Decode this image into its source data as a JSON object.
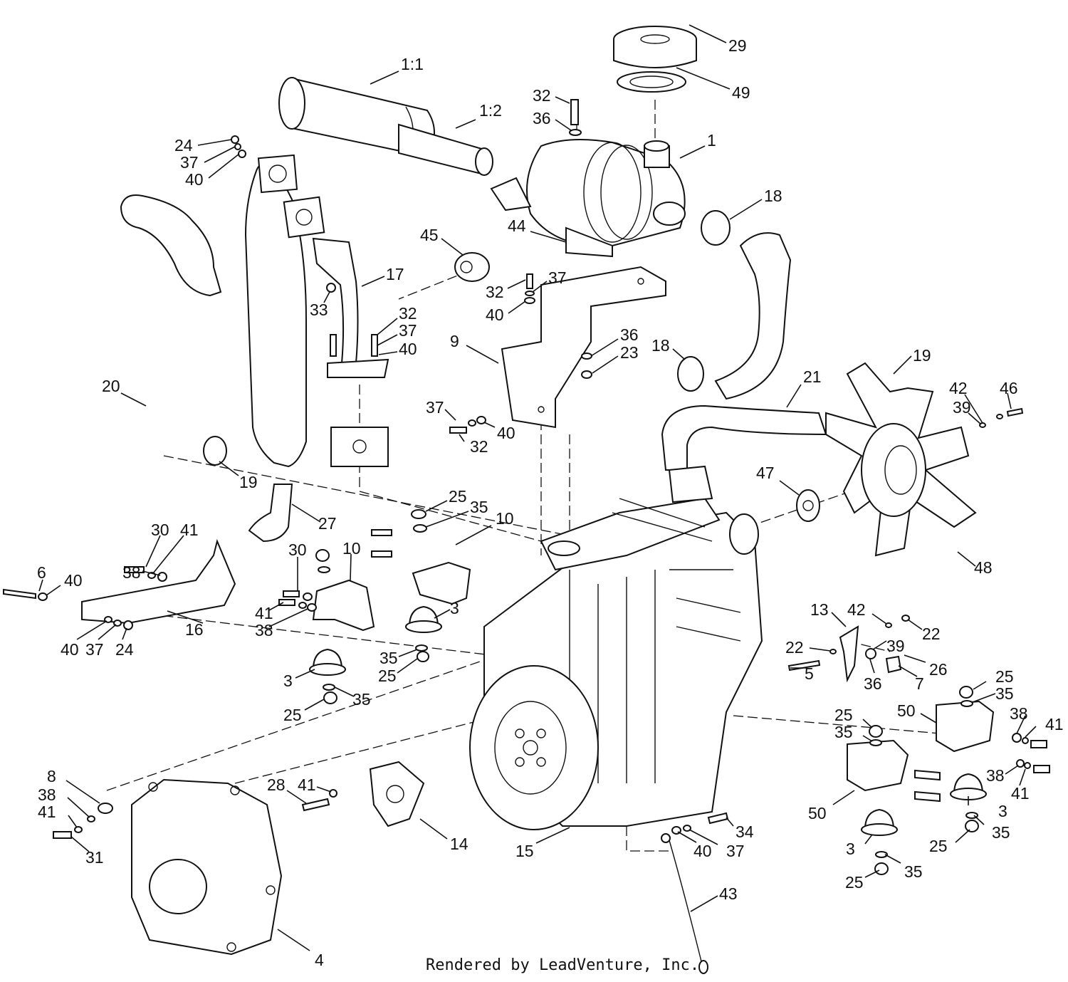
{
  "labels": [
    "1:1",
    "1:2",
    "1",
    "29",
    "49",
    "32",
    "36",
    "24",
    "37",
    "40",
    "18",
    "45",
    "44",
    "32",
    "37",
    "40",
    "17",
    "33",
    "32",
    "37",
    "40",
    "9",
    "36",
    "23",
    "18",
    "19",
    "21",
    "42",
    "46",
    "39",
    "20",
    "19",
    "37",
    "40",
    "32",
    "47",
    "25",
    "35",
    "10",
    "27",
    "30",
    "41",
    "38",
    "10",
    "30",
    "6",
    "40",
    "16",
    "41",
    "38",
    "3",
    "40",
    "37",
    "24",
    "35",
    "25",
    "3",
    "35",
    "25",
    "48",
    "13",
    "42",
    "22",
    "22",
    "39",
    "5",
    "36",
    "7",
    "26",
    "25",
    "35",
    "50",
    "38",
    "41",
    "25",
    "35",
    "38",
    "41",
    "50",
    "8",
    "38",
    "41",
    "31",
    "28",
    "41",
    "14",
    "15",
    "34",
    "40",
    "37",
    "3",
    "35",
    "25",
    "3",
    "35",
    "25",
    "43",
    "4"
  ],
  "credit": "Rendered by LeadVenture, Inc."
}
